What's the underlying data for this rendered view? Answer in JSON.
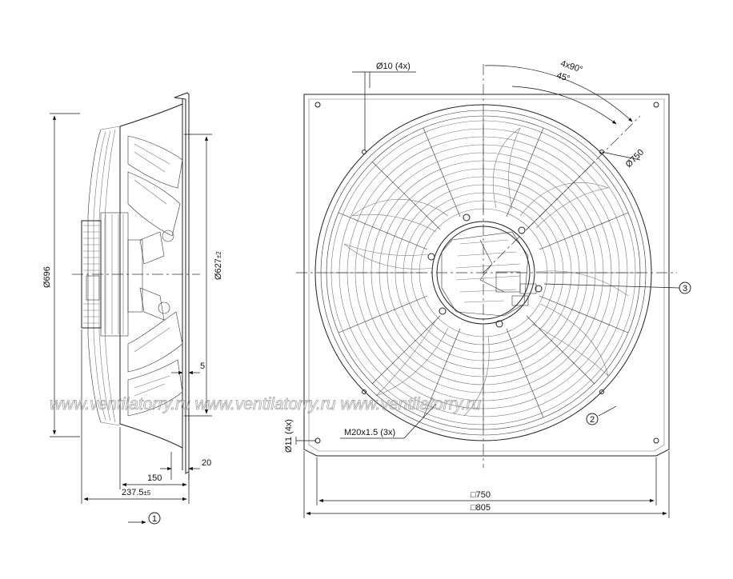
{
  "side_view": {
    "dia_outer": "Ø696",
    "dia_inner": "Ø627",
    "dia_inner_tol": "±2",
    "dim_5": "5",
    "dim_20": "20",
    "dim_150": "150",
    "dim_237": "237.5",
    "dim_237_tol": "±5",
    "callout_1": "1"
  },
  "front_view": {
    "hole_top": "Ø10 (4x)",
    "angle_4x90": "4x90°",
    "angle_45": "45°",
    "dia_750": "Ø750",
    "hole_left": "Ø11 (4x)",
    "thread": "M20x1.5 (3x)",
    "callout_2": "2",
    "callout_3": "3",
    "square_750": "□750",
    "square_805": "□805"
  },
  "watermark": "www.ventilatorry.ru   www.ventilatorry.ru   www.ventilatorry.ru"
}
